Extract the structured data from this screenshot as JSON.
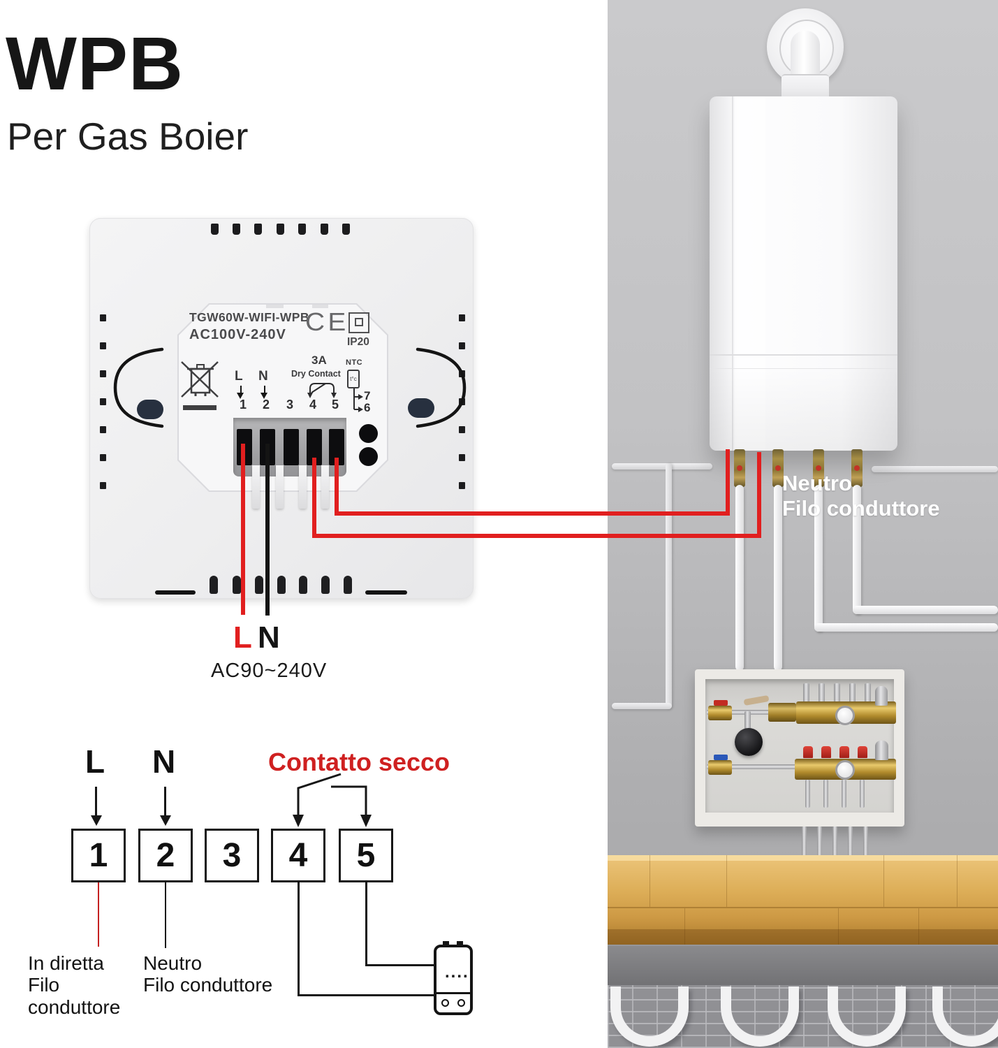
{
  "header": {
    "title": "WPB",
    "subtitle": "Per Gas Boier"
  },
  "thermostat": {
    "model": "TGW60W-WIFI-WPB",
    "voltage": "AC100V-240V",
    "ce_mark": "CE",
    "ip_rating": "IP20",
    "relay_rating": "3A",
    "relay_type": "Dry Contact",
    "sensor_label": "NTC",
    "sensor_icon_text": "t°c",
    "live_label": "L",
    "neutral_label": "N",
    "terminals": [
      "1",
      "2",
      "3",
      "4",
      "5"
    ],
    "sensor_terminal_top": "7",
    "sensor_terminal_bottom": "6"
  },
  "power": {
    "live": "L",
    "neutral": "N",
    "range": "AC90~240V"
  },
  "schematic": {
    "live": "L",
    "neutral": "N",
    "dry_contact_label": "Contatto secco",
    "boxes": [
      "1",
      "2",
      "3",
      "4",
      "5"
    ],
    "live_label_line1": "In diretta",
    "live_label_line2": "Filo",
    "live_label_line3": "conduttore",
    "neutral_label_line1": "Neutro",
    "neutral_label_line2": "Filo conduttore",
    "device_dots": "...."
  },
  "boiler_callout": {
    "line1": "Neutro",
    "line2": "Filo conduttore"
  },
  "colors": {
    "accent_red": "#e11f1f",
    "wire_black": "#141414",
    "callout_white": "#ffffff",
    "brass": "#b08a2c",
    "slot_navy": "#27303f"
  }
}
